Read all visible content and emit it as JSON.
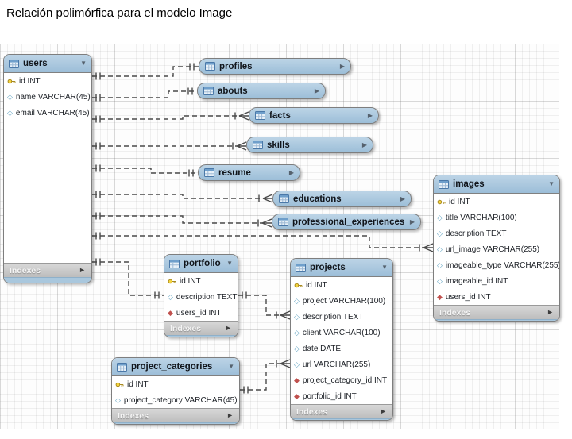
{
  "title": "Relación polimórfica para el modelo Image",
  "labels": {
    "indexes": "Indexes"
  },
  "icons": {
    "column_glyph": "◇",
    "foreign_key_glyph": "◆",
    "collapse_glyph": "▼",
    "expand_glyph": "▶",
    "indexes_arrow_glyph": "►"
  },
  "colors": {
    "header_blue": "#a9c7dd",
    "indexes_gray": "#c9c9c9",
    "primary_key_yellow": "#f5d53f",
    "foreign_key_red": "#c0504d",
    "column_diamond_blue": "#68a7c4",
    "connector_gray": "#4a4a4a"
  },
  "tables": {
    "users": {
      "name": "users",
      "columns": [
        {
          "key": "primary",
          "text": "id INT"
        },
        {
          "key": "column",
          "text": "name VARCHAR(45)"
        },
        {
          "key": "column",
          "text": "email VARCHAR(45)"
        }
      ]
    },
    "profiles": {
      "name": "profiles"
    },
    "abouts": {
      "name": "abouts"
    },
    "facts": {
      "name": "facts"
    },
    "skills": {
      "name": "skills"
    },
    "resume": {
      "name": "resume"
    },
    "educations": {
      "name": "educations"
    },
    "professional_experiences": {
      "name": "professional_experiences"
    },
    "images": {
      "name": "images",
      "columns": [
        {
          "key": "primary",
          "text": "id INT"
        },
        {
          "key": "column",
          "text": "title VARCHAR(100)"
        },
        {
          "key": "column",
          "text": "description TEXT"
        },
        {
          "key": "column",
          "text": "url_image VARCHAR(255)"
        },
        {
          "key": "column",
          "text": "imageable_type VARCHAR(255)"
        },
        {
          "key": "column",
          "text": "imageable_id INT"
        },
        {
          "key": "foreign",
          "text": "users_id INT"
        }
      ]
    },
    "portfolio": {
      "name": "portfolio",
      "columns": [
        {
          "key": "primary",
          "text": "id INT"
        },
        {
          "key": "column",
          "text": "description TEXT"
        },
        {
          "key": "foreign",
          "text": "users_id INT"
        }
      ]
    },
    "projects": {
      "name": "projects",
      "columns": [
        {
          "key": "primary",
          "text": "id INT"
        },
        {
          "key": "column",
          "text": "project VARCHAR(100)"
        },
        {
          "key": "column",
          "text": "description TEXT"
        },
        {
          "key": "column",
          "text": "client VARCHAR(100)"
        },
        {
          "key": "column",
          "text": "date DATE"
        },
        {
          "key": "column",
          "text": "url VARCHAR(255)"
        },
        {
          "key": "foreign",
          "text": "project_category_id INT"
        },
        {
          "key": "foreign",
          "text": "portfolio_id INT"
        }
      ]
    },
    "project_categories": {
      "name": "project_categories",
      "columns": [
        {
          "key": "primary",
          "text": "id INT"
        },
        {
          "key": "column",
          "text": "project_category VARCHAR(45)"
        }
      ]
    }
  },
  "relationships": [
    {
      "from": "users",
      "to": "profiles",
      "type": "one-to-one"
    },
    {
      "from": "users",
      "to": "abouts",
      "type": "one-to-one"
    },
    {
      "from": "users",
      "to": "facts",
      "type": "one-to-many"
    },
    {
      "from": "users",
      "to": "skills",
      "type": "one-to-many"
    },
    {
      "from": "users",
      "to": "resume",
      "type": "one-to-one"
    },
    {
      "from": "users",
      "to": "educations",
      "type": "one-to-many"
    },
    {
      "from": "users",
      "to": "professional_experiences",
      "type": "one-to-many"
    },
    {
      "from": "users",
      "to": "images",
      "type": "one-to-many"
    },
    {
      "from": "users",
      "to": "portfolio",
      "type": "one-to-one"
    },
    {
      "from": "portfolio",
      "to": "projects",
      "type": "one-to-many"
    },
    {
      "from": "project_categories",
      "to": "projects",
      "type": "one-to-many"
    }
  ]
}
